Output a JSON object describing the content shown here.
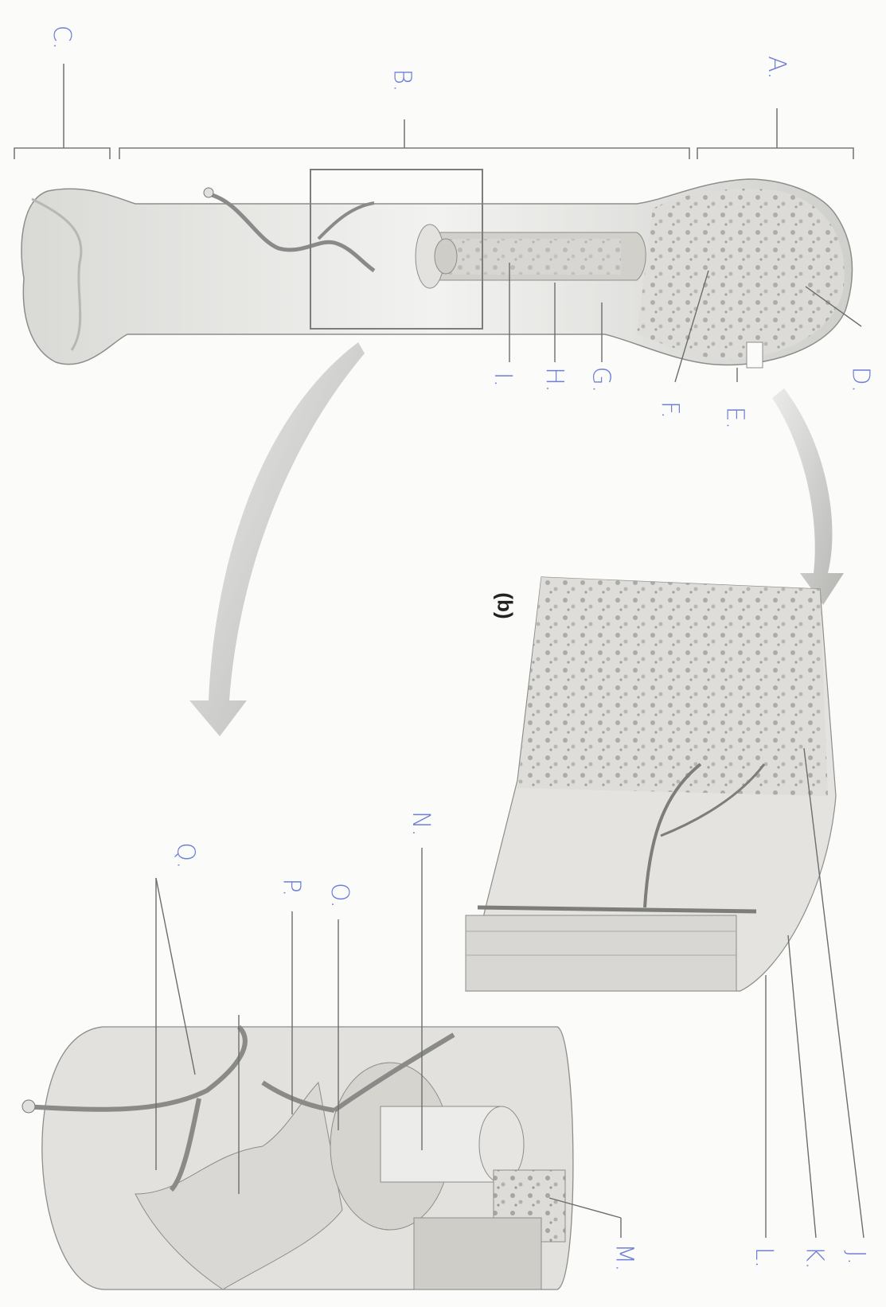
{
  "diagram": {
    "subfigure_label": "(b)",
    "labels": {
      "A": "A.",
      "B": "B.",
      "C": "C.",
      "D": "D.",
      "E": "E.",
      "F": "F.",
      "G": "G.",
      "H": "H.",
      "I": "I.",
      "J": "J.",
      "K": "K.",
      "L": "L.",
      "M": "M.",
      "N": "N.",
      "O": "O.",
      "P": "P.",
      "Q": "Q."
    },
    "colors": {
      "handwriting": "#6f7fd8",
      "line": "#555555",
      "bone_fill": "#e6e6e4",
      "bone_shade": "#c9c9c6",
      "vessel": "#8a8a88"
    }
  }
}
